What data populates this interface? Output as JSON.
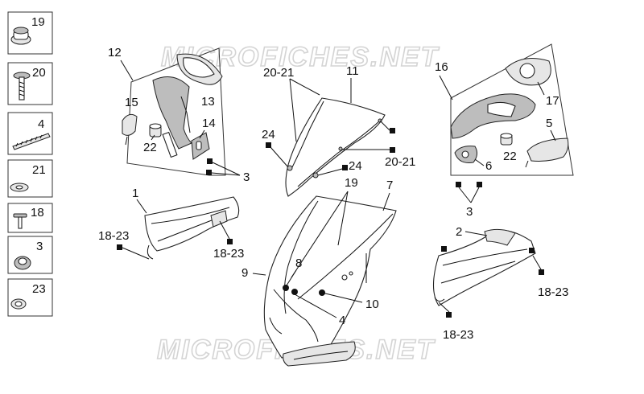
{
  "watermark": "MICROFICHES.NET",
  "legend": [
    {
      "number": "19",
      "icon": "grommet-icon"
    },
    {
      "number": "20",
      "icon": "screw-icon"
    },
    {
      "number": "4",
      "icon": "seal-strip-icon"
    },
    {
      "number": "21",
      "icon": "washer-icon"
    },
    {
      "number": "18",
      "icon": "rivet-icon"
    },
    {
      "number": "3",
      "icon": "nut-icon"
    },
    {
      "number": "23",
      "icon": "ring-icon"
    }
  ],
  "callouts": {
    "c12": "12",
    "c13": "13",
    "c15": "15",
    "c14": "14",
    "c22a": "22",
    "c3a": "3",
    "c2021a": "20-21",
    "c11": "11",
    "c24a": "24",
    "c24b": "24",
    "c2021b": "20-21",
    "c16": "16",
    "c17": "17",
    "c5": "5",
    "c6": "6",
    "c22b": "22",
    "c3b": "3",
    "c1": "1",
    "c1823a": "18-23",
    "c1823b": "18-23",
    "c19": "19",
    "c7": "7",
    "c9": "9",
    "c8": "8",
    "c10": "10",
    "c4": "4",
    "c2": "2",
    "c1823c": "18-23",
    "c1823d": "18-23"
  }
}
